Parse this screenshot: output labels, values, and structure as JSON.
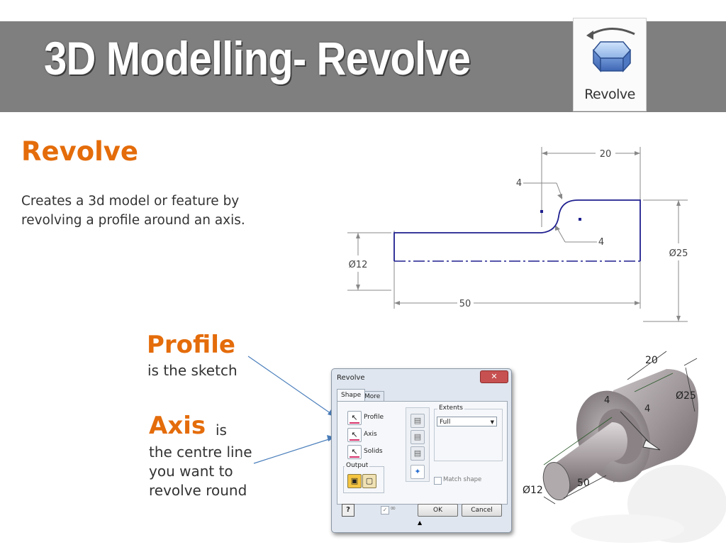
{
  "header": {
    "title": "3D Modelling- Revolve",
    "tool_label": "Revolve",
    "tool_icon": "revolve-icon"
  },
  "left": {
    "heading": "Revolve",
    "description": "Creates a 3d model or feature by revolving a profile around an axis.",
    "profile_heading": "Profile",
    "profile_text": "is the sketch",
    "axis_heading": "Axis",
    "axis_is": "is",
    "axis_text": "the centre line you want to revolve round"
  },
  "drawing": {
    "dim_top": "20",
    "dim_fillet_top": "4",
    "dim_fillet_bottom": "4",
    "dim_small_dia": "Ø12",
    "dim_large_dia": "Ø25",
    "dim_length": "50"
  },
  "model": {
    "dim_20": "20",
    "dim_25": "Ø25",
    "dim_4a": "4",
    "dim_4b": "4",
    "dim_12": "Ø12",
    "dim_50": "50"
  },
  "dialog": {
    "title": "Revolve",
    "close": "✕",
    "tabs": [
      "Shape",
      "More"
    ],
    "selectors": [
      "Profile",
      "Axis",
      "Solids"
    ],
    "output_label": "Output",
    "extents_label": "Extents",
    "extents_value": "Full",
    "match_shape": "Match shape",
    "ok": "OK",
    "cancel": "Cancel",
    "help": "?"
  },
  "colors": {
    "header_bg": "#7f7f7f",
    "accent_orange": "#e46c0a",
    "sketch_line": "#1f1f8f"
  }
}
